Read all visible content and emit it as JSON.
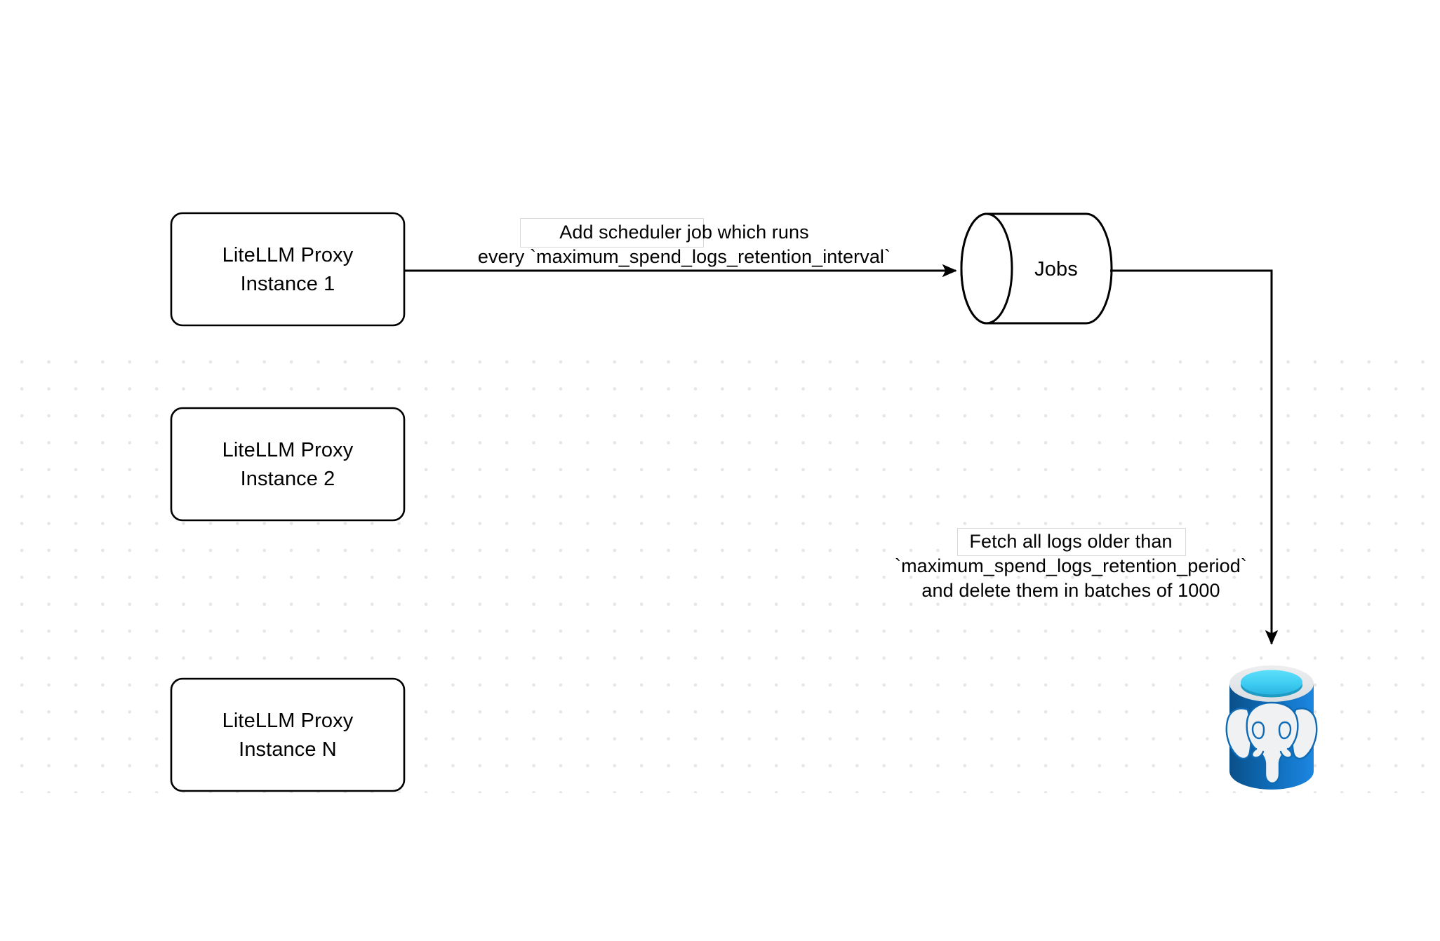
{
  "diagram": {
    "title": "LiteLLM Proxy spend logs retention scheduler flow",
    "background_color": "#ffffff",
    "grid_dot_color": "#e6e6e6",
    "stroke_color": "#000000"
  },
  "nodes": [
    {
      "id": "proxy-1",
      "shape": "rounded-rectangle",
      "label": "LiteLLM Proxy\nInstance 1",
      "line1": "LiteLLM Proxy",
      "line2": "Instance 1"
    },
    {
      "id": "proxy-2",
      "shape": "rounded-rectangle",
      "label": "LiteLLM Proxy\nInstance 2",
      "line1": "LiteLLM Proxy",
      "line2": "Instance 2"
    },
    {
      "id": "proxy-n",
      "shape": "rounded-rectangle",
      "label": "LiteLLM Proxy\nInstance N",
      "line1": "LiteLLM Proxy",
      "line2": "Instance N"
    },
    {
      "id": "jobs",
      "shape": "cylinder",
      "label": "Jobs"
    },
    {
      "id": "postgres",
      "shape": "database-icon",
      "label": "",
      "icon": "postgresql-icon",
      "colors": {
        "body_dark": "#0b5394",
        "body_light": "#1a80d9",
        "rim": "#e8eaec",
        "top_cyan": "#4fd8f8",
        "top_inner": "#1f9bc4",
        "elephant": "#f0f1f2"
      }
    }
  ],
  "edges": [
    {
      "id": "edge-scheduler",
      "from": "proxy-1",
      "to": "jobs",
      "arrowhead": "filled-triangle",
      "label_lines": [
        "Add scheduler job which runs",
        "every `maximum_spend_logs_retention_interval`"
      ]
    },
    {
      "id": "edge-delete",
      "from": "jobs",
      "to": "postgres",
      "arrowhead": "filled-triangle",
      "routing": "orthogonal-elbow",
      "label_lines": [
        "Fetch all logs older than",
        "`maximum_spend_logs_retention_period`",
        "and delete them in batches of 1000"
      ]
    }
  ]
}
